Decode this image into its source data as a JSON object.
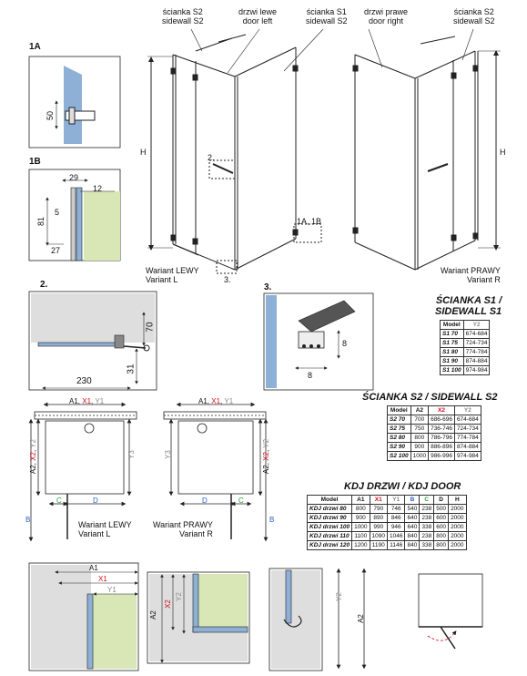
{
  "labels": {
    "s2_pl": "ścianka S2",
    "s2_en": "sidewall S2",
    "dl_pl": "drzwi lewe",
    "dl_en": "door left",
    "s1_pl": "ścianka S1",
    "s1_en": "sidewall S2",
    "dr_pl": "drzwi prawe",
    "dr_en": "door right",
    "s2r_pl": "ścianka S2",
    "s2r_en": "sidewall S2",
    "h": "H",
    "detail_2": "2.",
    "detail_1ab": "1A, 1B",
    "detail_3": "3.",
    "variant_left_pl": "Wariant LEWY",
    "variant_left_en": "Variant L",
    "variant_right_pl": "Wariant PRAWY",
    "variant_right_en": "Variant R"
  },
  "details": {
    "d1a": {
      "title": "1A",
      "dim": "50"
    },
    "d1b": {
      "title": "1B",
      "d29": "29",
      "d12": "12",
      "d5": "5",
      "d81": "81",
      "d27": "27"
    },
    "d2": {
      "title": "2.",
      "d70": "70",
      "d31": "31",
      "d230": "230"
    },
    "d3": {
      "title": "3.",
      "d8a": "8",
      "d8b": "8"
    }
  },
  "plans": {
    "a1": "A1",
    "x1": "X1",
    "y1": "Y1",
    "a2": "A2",
    "x2": "X2",
    "y2": "Y2",
    "y3": "Y3",
    "b": "B",
    "c": "C",
    "d": "D",
    "left_pl": "Wariant LEWY",
    "left_en": "Variant L",
    "right_pl": "Wariant PRAWY",
    "right_en": "Variant R"
  },
  "s1_table": {
    "title1": "ŚCIANKA S1 /",
    "title2": "SIDEWALL S1",
    "headers": [
      "Model",
      "Y2"
    ],
    "rows": [
      [
        "S1 70",
        "674-684"
      ],
      [
        "S1 75",
        "724-734"
      ],
      [
        "S1 80",
        "774-784"
      ],
      [
        "S1 90",
        "874-884"
      ],
      [
        "S1 100",
        "974-984"
      ]
    ]
  },
  "s2_table": {
    "title": "ŚCIANKA S2 / SIDEWALL S2",
    "headers": [
      "Model",
      "A2",
      "X2",
      "Y2"
    ],
    "rows": [
      [
        "S2 70",
        "700",
        "686-696",
        "674-684"
      ],
      [
        "S2 75",
        "750",
        "736-746",
        "724-734"
      ],
      [
        "S2 80",
        "800",
        "786-796",
        "774-784"
      ],
      [
        "S2 90",
        "900",
        "886-896",
        "874-884"
      ],
      [
        "S2 100",
        "1000",
        "986-996",
        "974-984"
      ]
    ]
  },
  "kdj_table": {
    "title": "KDJ DRZWI / KDJ DOOR",
    "headers": [
      "Model",
      "A1",
      "X1",
      "Y1",
      "B",
      "C",
      "D",
      "H"
    ],
    "rows": [
      [
        "KDJ drzwi 80",
        "800",
        "790",
        "746",
        "540",
        "238",
        "500",
        "2000"
      ],
      [
        "KDJ drzwi 90",
        "900",
        "890",
        "846",
        "640",
        "238",
        "600",
        "2000"
      ],
      [
        "KDJ drzwi 100",
        "1000",
        "990",
        "946",
        "640",
        "338",
        "600",
        "2000"
      ],
      [
        "KDJ drzwi 110",
        "1100",
        "1090",
        "1046",
        "840",
        "238",
        "800",
        "2000"
      ],
      [
        "KDJ drzwi 120",
        "1200",
        "1190",
        "1146",
        "840",
        "338",
        "800",
        "2000"
      ]
    ]
  },
  "bottom": {
    "a1": "A1",
    "x1": "X1",
    "y1": "Y1",
    "x2": "X2",
    "y2": "Y2",
    "a2": "A2"
  },
  "colors": {
    "glass_blue": "#8fb0d6",
    "wall_green": "#d8e7b5",
    "wall_grey": "#dedede",
    "red": "#d0101a",
    "blue": "#2a62c9",
    "green": "#2e9a3a"
  }
}
